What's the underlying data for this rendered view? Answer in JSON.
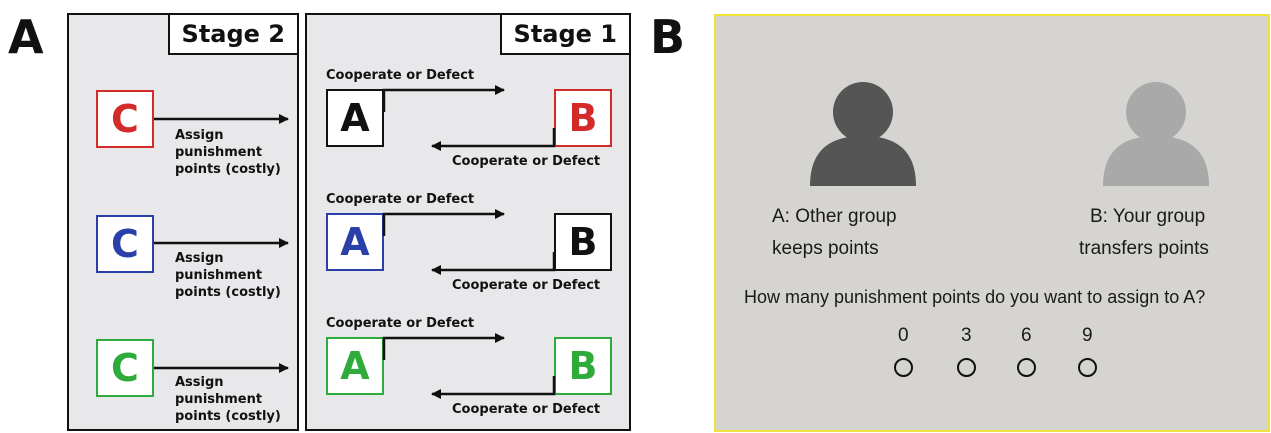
{
  "panel_a": {
    "letter": "A",
    "stage2": {
      "title": "Stage 2",
      "rows": [
        {
          "box": "C",
          "color": "#d42a2a",
          "action": [
            "Assign",
            "punishment",
            "points (costly)"
          ]
        },
        {
          "box": "C",
          "color": "#2a3fa8",
          "action": [
            "Assign",
            "punishment",
            "points (costly)"
          ]
        },
        {
          "box": "C",
          "color": "#2fab3c",
          "action": [
            "Assign",
            "punishment",
            "points (costly)"
          ]
        }
      ]
    },
    "stage1": {
      "title": "Stage 1",
      "rows": [
        {
          "left": "A",
          "left_color": "#111111",
          "right": "B",
          "right_color": "#d42a2a",
          "top_label": "Cooperate or Defect",
          "bottom_label": "Cooperate or Defect"
        },
        {
          "left": "A",
          "left_color": "#2a3fa8",
          "right": "B",
          "right_color": "#111111",
          "top_label": "Cooperate or Defect",
          "bottom_label": "Cooperate or Defect"
        },
        {
          "left": "A",
          "left_color": "#2fab3c",
          "right": "B",
          "right_color": "#2fab3c",
          "top_label": "Cooperate or Defect",
          "bottom_label": "Cooperate or Defect"
        }
      ]
    }
  },
  "panel_b": {
    "letter": "B",
    "person_a": {
      "line1": "A: Other group",
      "line2": "keeps points",
      "color": "#555555"
    },
    "person_b": {
      "line1": "B: Your group",
      "line2": "transfers points",
      "color": "#a9a9a9"
    },
    "question": "How many punishment points do you want to assign to A?",
    "options": [
      "0",
      "3",
      "6",
      "9"
    ],
    "bg_color": "#d6d4d0",
    "border_color": "#f2e33c"
  }
}
